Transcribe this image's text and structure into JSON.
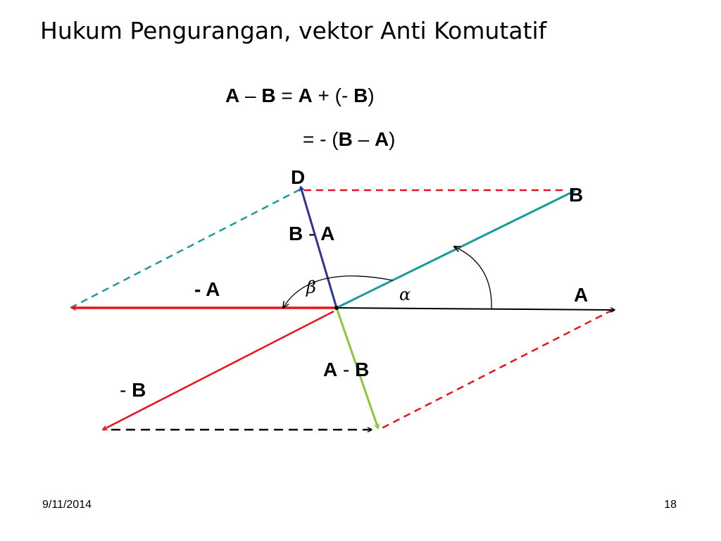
{
  "slide": {
    "title": "Hukum Pengurangan, vektor Anti Komutatif",
    "equation_1": {
      "a": "A",
      "minus": " – ",
      "b": "B",
      "eq": " = ",
      "a2": "A",
      "plus_open": " + (- ",
      "b2": "B",
      "close": ")"
    },
    "equation_2": {
      "prefix": "= - (",
      "b": "B",
      "minus": " – ",
      "a": "A",
      "close": ")"
    },
    "footer": {
      "date": "9/11/2014",
      "page": "18"
    }
  },
  "diagram": {
    "labels": {
      "point_d": "D",
      "vector_b": "B",
      "b_minus_a_b": "B",
      "b_minus_a_op": " - ",
      "b_minus_a_a": "A",
      "neg_a": "- A",
      "vector_a": "A",
      "a_minus_b_a": "A",
      "a_minus_b_op": " - ",
      "a_minus_b_b": "B",
      "neg_b_sign": "- ",
      "neg_b_b": "B",
      "alpha": "α",
      "beta": "β"
    },
    "colors": {
      "vector_a": "#000000",
      "vector_b": "#1a9a9a",
      "neg_a": "#e8141c",
      "neg_b": "#e8141c",
      "b_minus_a": "#2e3192",
      "a_minus_b": "#8cc63f",
      "dashed_red": "#e8141c",
      "dashed_teal": "#1a9a9a",
      "dashed_black": "#000000"
    }
  }
}
